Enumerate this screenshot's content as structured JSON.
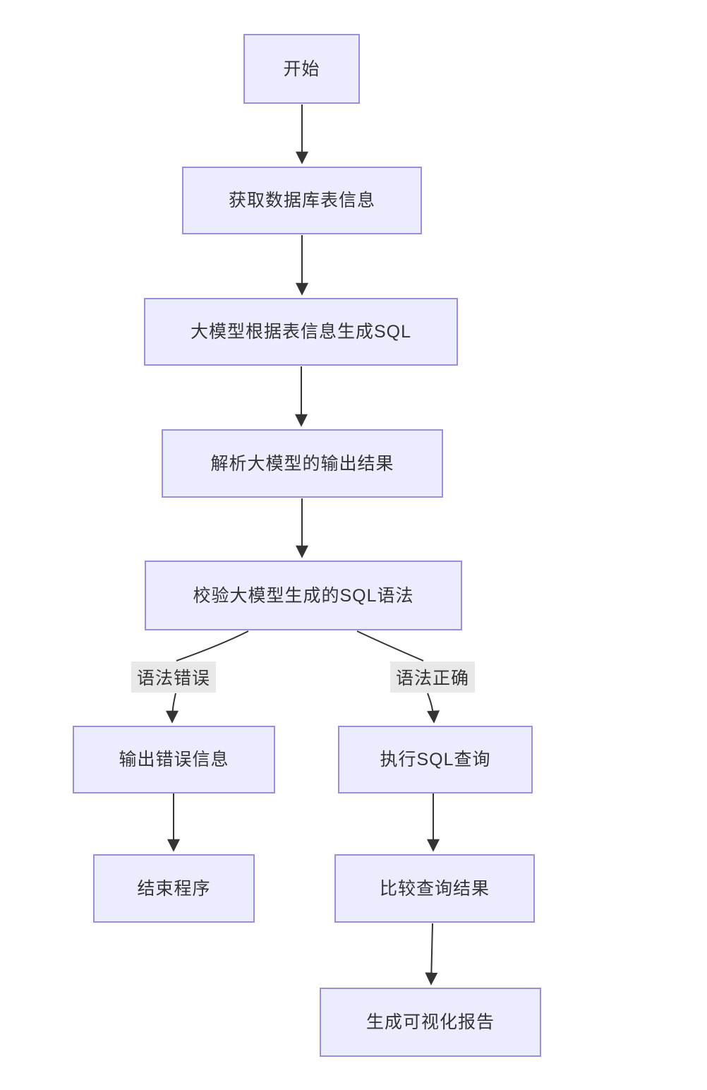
{
  "diagram": {
    "type": "flowchart",
    "direction": "top-down",
    "nodes": {
      "start": {
        "label": "开始"
      },
      "fetch": {
        "label": "获取数据库表信息"
      },
      "generate": {
        "label": "大模型根据表信息生成SQL"
      },
      "parse": {
        "label": "解析大模型的输出结果"
      },
      "validate": {
        "label": "校验大模型生成的SQL语法"
      },
      "output_error": {
        "label": "输出错误信息"
      },
      "end_program": {
        "label": "结束程序"
      },
      "exec_sql": {
        "label": "执行SQL查询"
      },
      "compare": {
        "label": "比较查询结果"
      },
      "report": {
        "label": "生成可视化报告"
      }
    },
    "edges": [
      {
        "from": "start",
        "to": "fetch",
        "label": ""
      },
      {
        "from": "fetch",
        "to": "generate",
        "label": ""
      },
      {
        "from": "generate",
        "to": "parse",
        "label": ""
      },
      {
        "from": "parse",
        "to": "validate",
        "label": ""
      },
      {
        "from": "validate",
        "to": "output_error",
        "label": "语法错误"
      },
      {
        "from": "validate",
        "to": "exec_sql",
        "label": "语法正确"
      },
      {
        "from": "output_error",
        "to": "end_program",
        "label": ""
      },
      {
        "from": "exec_sql",
        "to": "compare",
        "label": ""
      },
      {
        "from": "compare",
        "to": "report",
        "label": ""
      }
    ],
    "colors": {
      "node_fill": "#ECECFF",
      "node_border": "#9A8FD8",
      "node_text": "#333333",
      "edge_line": "#333333",
      "edge_label_bg": "#E8E8E8",
      "background": "#FFFFFF"
    }
  }
}
